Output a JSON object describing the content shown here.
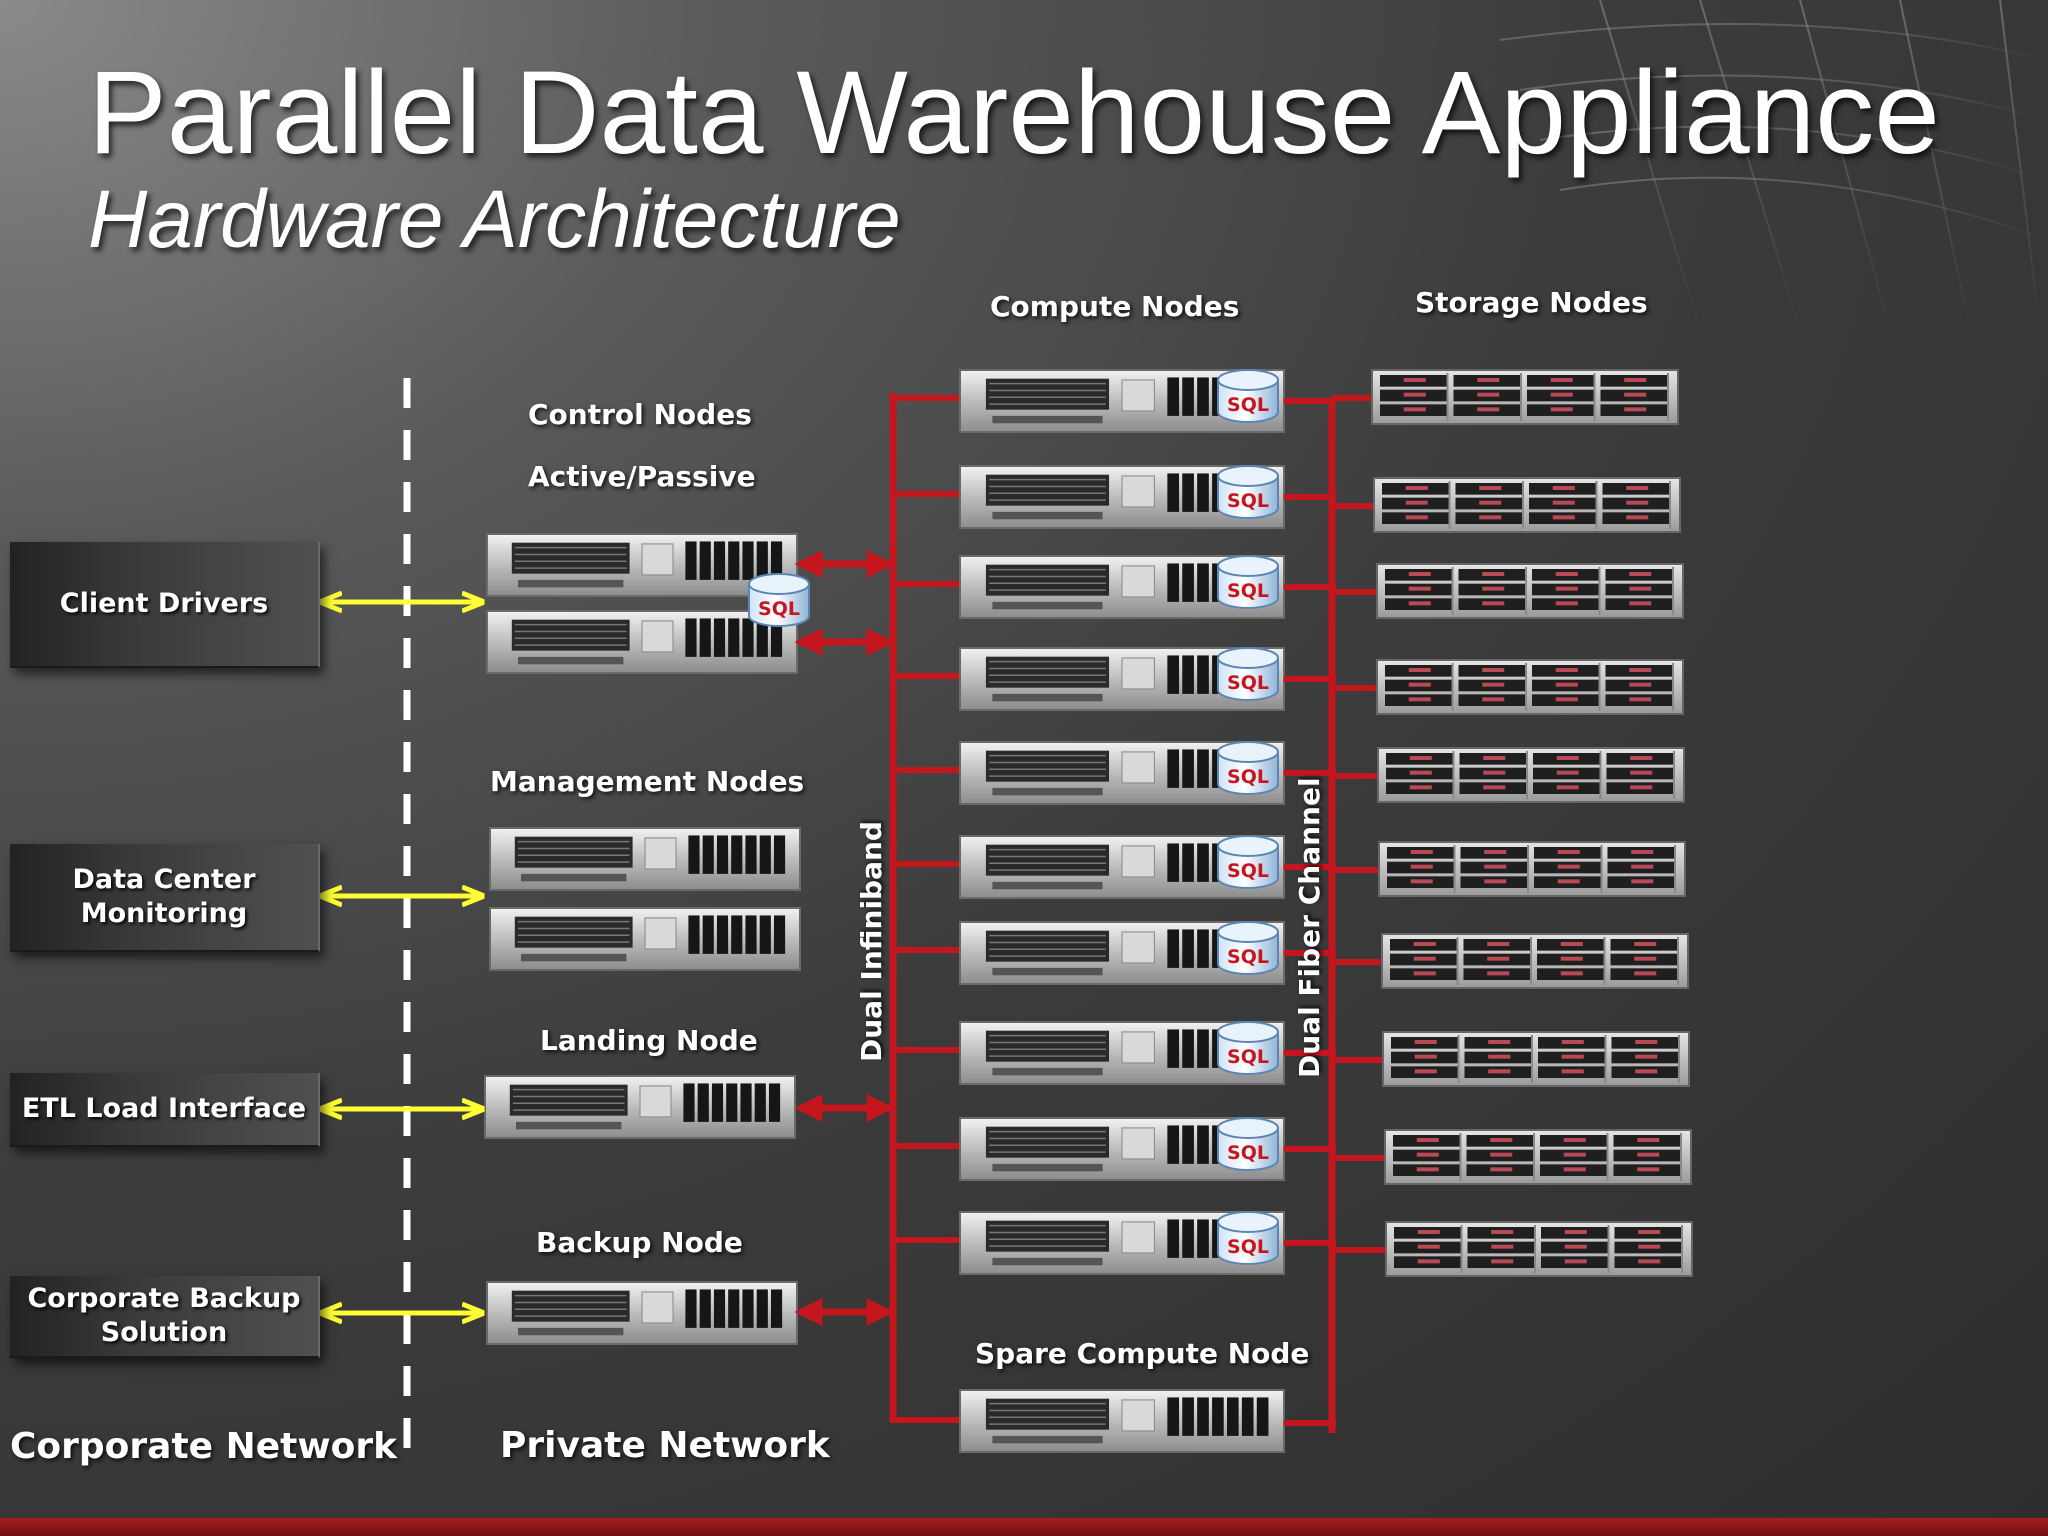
{
  "title": "Parallel Data Warehouse Appliance",
  "subtitle": "Hardware Architecture",
  "colors": {
    "infiniband": "#c4161c",
    "external_link": "#ffff33",
    "bottom_bar": "#a51e22"
  },
  "sections": {
    "compute_nodes": "Compute Nodes",
    "storage_nodes": "Storage Nodes",
    "control_nodes": "Control Nodes",
    "active_passive": "Active/Passive",
    "management_nodes": "Management Nodes",
    "landing_node": "Landing Node",
    "backup_node": "Backup Node",
    "spare_compute_node": "Spare Compute Node"
  },
  "buses": {
    "infiniband": "Dual Infiniband",
    "fiber": "Dual Fiber Channel"
  },
  "external": [
    {
      "label": "Client Drivers"
    },
    {
      "label": "Data Center\nMonitoring"
    },
    {
      "label": "ETL Load Interface"
    },
    {
      "label": "Corporate Backup\nSolution"
    }
  ],
  "networks": {
    "corporate": "Corporate Network",
    "private": "Private Network"
  },
  "sql_badge": "SQL",
  "compute_count": 10,
  "storage_count": 10
}
